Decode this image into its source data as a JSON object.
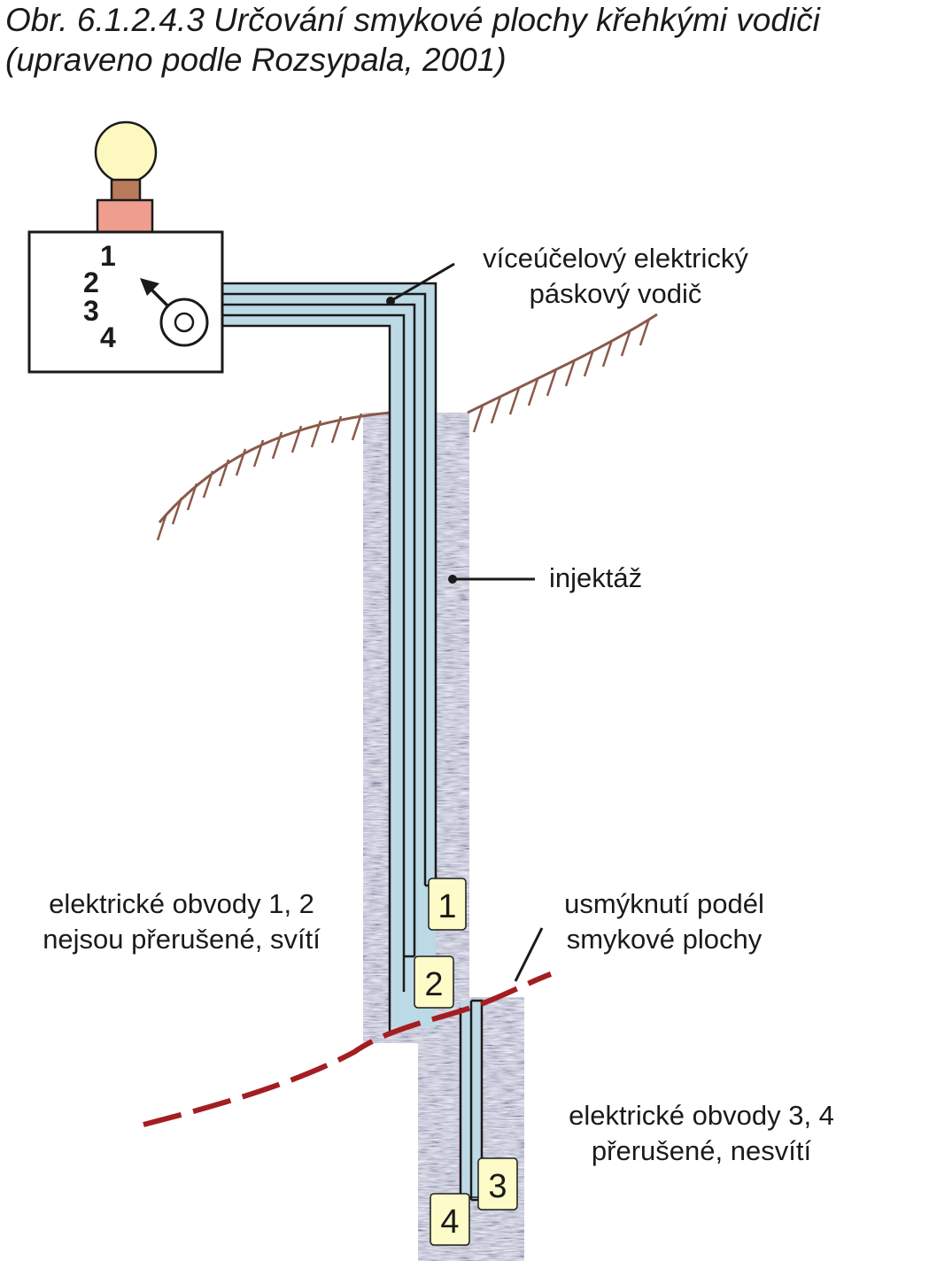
{
  "caption": {
    "line1": "Obr. 6.1.2.4.3  Určování smykové plochy křehkými vodiči",
    "line2": "(upraveno podle Rozsypala, 2001)"
  },
  "labels": {
    "conductor_line1": "víceúčelový elektrický",
    "conductor_line2": "páskový vodič",
    "grout": "injektáž",
    "circuits12_line1": "elektrické obvody 1, 2",
    "circuits12_line2": "nejsou přerušené, svítí",
    "shear_line1": "usmýknutí podél",
    "shear_line2": "smykové plochy",
    "circuits34_line1": "elektrické obvody 3, 4",
    "circuits34_line2": "přerušené, nesvítí"
  },
  "dial": [
    "1",
    "2",
    "3",
    "4"
  ],
  "tags": [
    "1",
    "2",
    "3",
    "4"
  ],
  "colors": {
    "bulb": "#fdf7c0",
    "socket": "#b87a5a",
    "base": "#ef9d8e",
    "conductor": "#bcd9e6",
    "ground_line": "#8a5a4a",
    "shear_line": "#a31e22",
    "tag": "#fdfbc8",
    "grout": "#c9cbda"
  }
}
